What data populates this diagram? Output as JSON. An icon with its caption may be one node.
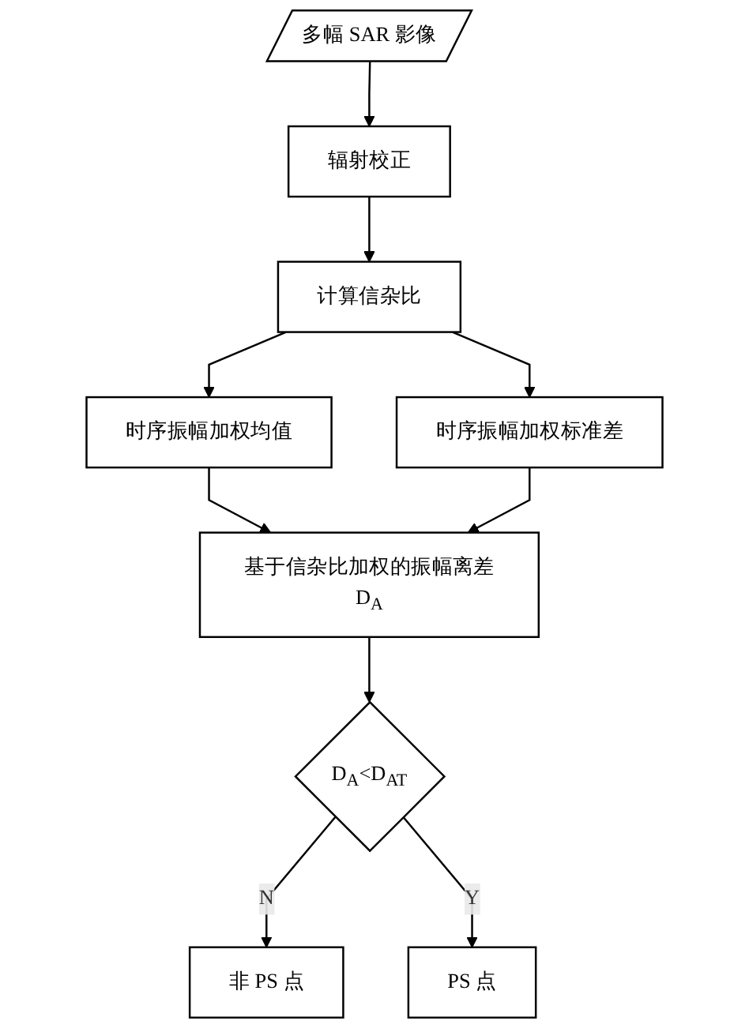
{
  "diagram": {
    "nodes": [
      {
        "text": [
          "多幅 SAR 影像"
        ]
      },
      {
        "text": [
          "辐射校正"
        ]
      },
      {
        "text": [
          "计算信杂比"
        ]
      },
      {
        "text": [
          "时序振幅加权均值"
        ]
      },
      {
        "text": [
          "时序振幅加权标准差"
        ]
      },
      {
        "text": [
          "基于信杂比加权的振幅离差D$_{A}$"
        ]
      },
      {
        "text": [
          "D$_{A}$<D$_{AT}$"
        ]
      },
      {
        "text": [
          "非 PS 点"
        ]
      },
      {
        "text": [
          "PS 点"
        ]
      }
    ],
    "edges": [
      {
        "from": 0,
        "to": 1,
        "arrow": "to"
      },
      {
        "from": 1,
        "to": 2,
        "arrow": "to"
      },
      {
        "from": 2,
        "to": 3,
        "arrow": "to"
      },
      {
        "from": 2,
        "to": 4,
        "arrow": "to"
      },
      {
        "from": 3,
        "to": 5,
        "arrow": "to"
      },
      {
        "from": 4,
        "to": 5,
        "arrow": "to"
      },
      {
        "from": 5,
        "to": 6,
        "arrow": "to"
      },
      {
        "from": 6,
        "to": 7,
        "label": "N",
        "arrow": "to"
      },
      {
        "from": 6,
        "to": 8,
        "label": "Y",
        "arrow": "to"
      }
    ]
  }
}
